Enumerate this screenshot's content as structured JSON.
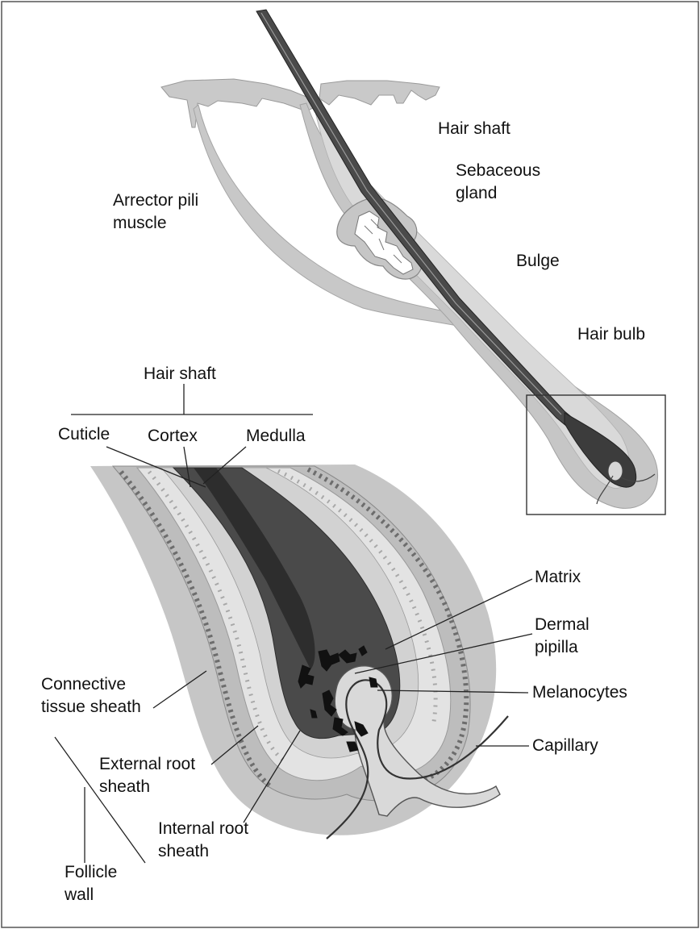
{
  "labels": {
    "hair_shaft_top": "Hair shaft",
    "sebaceous_gland": "Sebaceous\ngland",
    "arrector_pili_muscle": "Arrector pili\nmuscle",
    "bulge": "Bulge",
    "hair_bulb": "Hair bulb",
    "hair_shaft_group": "Hair shaft",
    "cuticle": "Cuticle",
    "cortex": "Cortex",
    "medulla": "Medulla",
    "matrix": "Matrix",
    "dermal_papilla": "Dermal\npipilla",
    "melanocytes": "Melanocytes",
    "capillary": "Capillary",
    "connective_tissue_sheath": "Connective\ntissue sheath",
    "external_root_sheath": "External root\nsheath",
    "internal_root_sheath": "Internal root\nsheath",
    "follicle_wall": "Follicle\nwall"
  },
  "colors": {
    "skin": "#c6c6c6",
    "outer_sheath": "#c9c9c9",
    "cortex": "#4a4a4a",
    "medulla": "#2b2b2b",
    "root_sheath": "#d8d8d8",
    "light_layer": "#e6e6e6",
    "papilla": "#dcdcdc",
    "line": "#222222"
  }
}
